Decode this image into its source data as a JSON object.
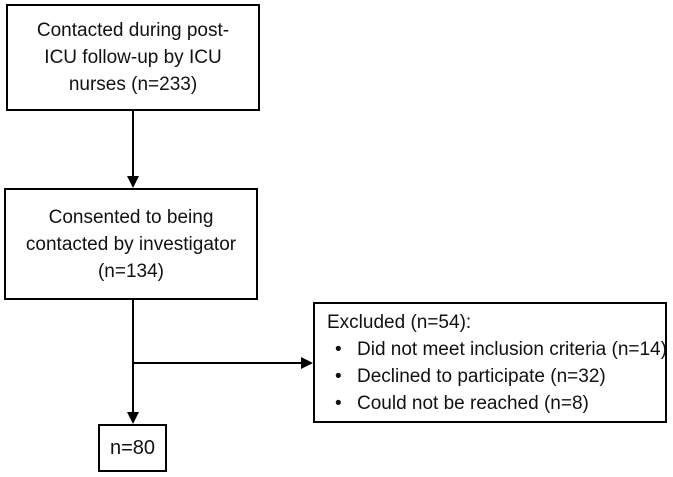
{
  "colors": {
    "border": "#000000",
    "text": "#111111",
    "background": "#ffffff"
  },
  "boxes": {
    "contacted": {
      "lines": [
        "Contacted during post-",
        "ICU follow-up by ICU",
        "nurses (n=233)"
      ]
    },
    "consented": {
      "lines": [
        "Consented to being",
        "contacted by investigator",
        "(n=134)"
      ]
    },
    "excluded": {
      "title": "Excluded (n=54):",
      "bullet_glyph": "•",
      "bullets": [
        "Did not meet inclusion criteria (n=14)",
        "Declined to participate (n=32)",
        "Could not be reached (n=8)"
      ]
    },
    "final": {
      "label": "n=80"
    }
  }
}
